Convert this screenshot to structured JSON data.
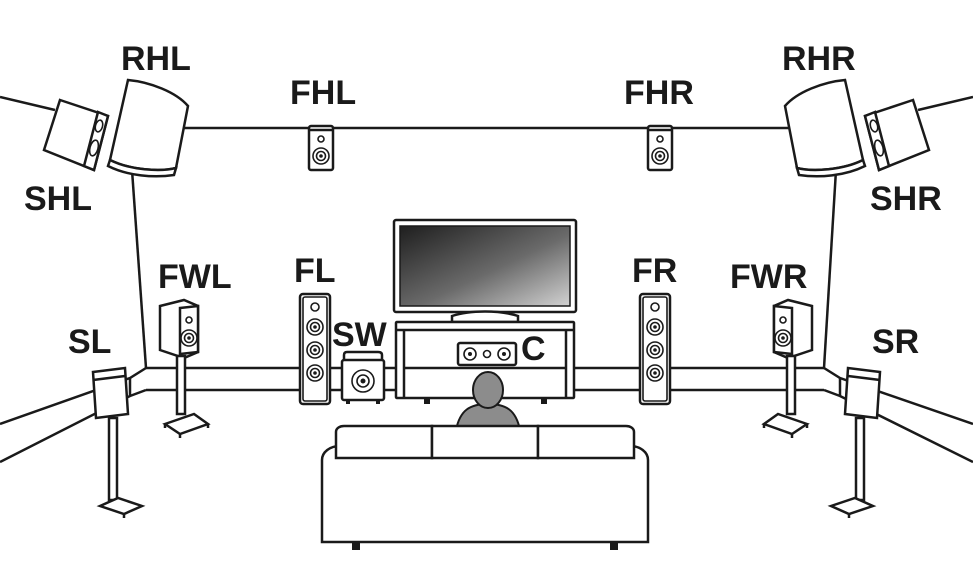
{
  "diagram": {
    "labels": {
      "rhl": "RHL",
      "rhr": "RHR",
      "fhl": "FHL",
      "fhr": "FHR",
      "shl": "SHL",
      "shr": "SHR",
      "fwl": "FWL",
      "fwr": "FWR",
      "fl": "FL",
      "fr": "FR",
      "sw": "SW",
      "c": "C",
      "sl": "SL",
      "sr": "SR"
    },
    "colors": {
      "line": "#1a1a1a",
      "background": "#ffffff",
      "tv_screen_dark": "#1e1e1e",
      "tv_screen_light": "#cccccc",
      "listener": "#8c8c8c"
    }
  }
}
